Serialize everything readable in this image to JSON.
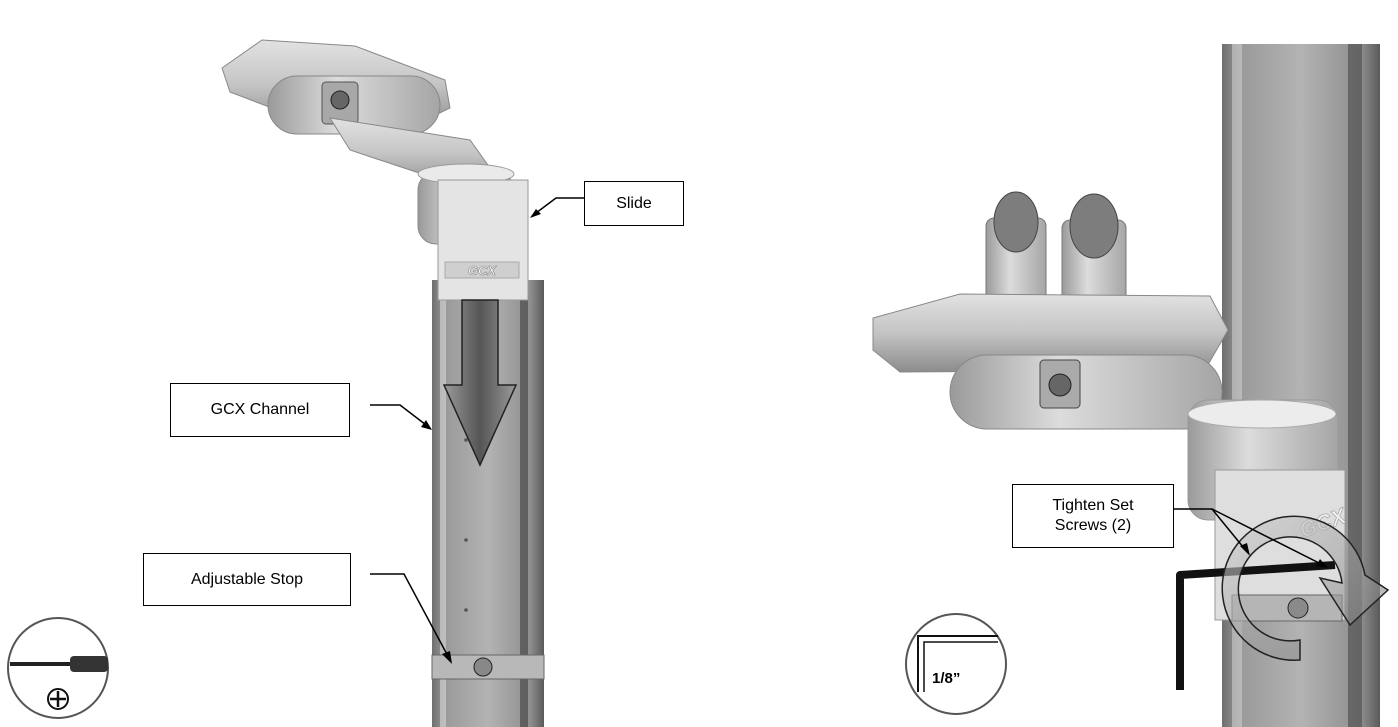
{
  "callouts": {
    "slide": "Slide",
    "gcx_channel": "GCX Channel",
    "adjustable_stop": "Adjustable Stop",
    "tighten_line1": "Tighten Set",
    "tighten_line2": "Screws (2)"
  },
  "tool_icons": {
    "left": "phillips-screwdriver-icon",
    "right": "hex-key-icon",
    "hex_key_size": "1/8”"
  },
  "brand_mark": "GCX"
}
